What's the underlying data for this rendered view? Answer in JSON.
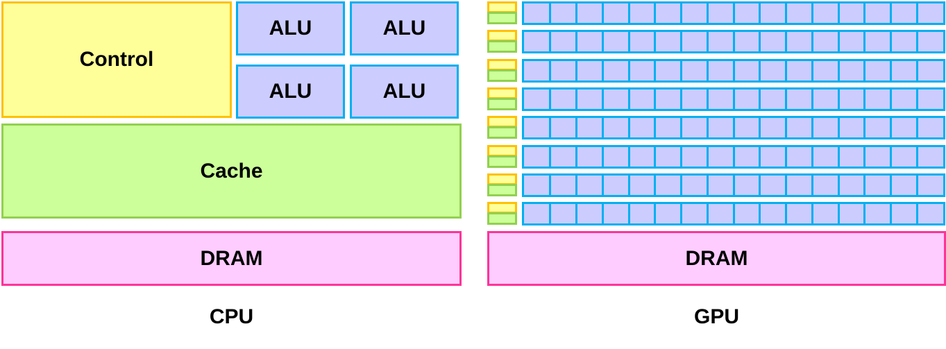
{
  "cpu": {
    "control_label": "Control",
    "alu_labels": [
      "ALU",
      "ALU",
      "ALU",
      "ALU"
    ],
    "cache_label": "Cache",
    "dram_label": "DRAM",
    "caption": "CPU"
  },
  "gpu": {
    "dram_label": "DRAM",
    "caption": "GPU",
    "row_count": 8,
    "cells_per_row": 16
  },
  "colors": {
    "control_fill": "#ffff99",
    "control_border": "#ffc000",
    "alu_fill": "#ccccff",
    "alu_border": "#00b0f0",
    "cache_fill": "#ccff99",
    "cache_border": "#92d050",
    "dram_fill": "#ffccff",
    "dram_border": "#ff3399"
  }
}
